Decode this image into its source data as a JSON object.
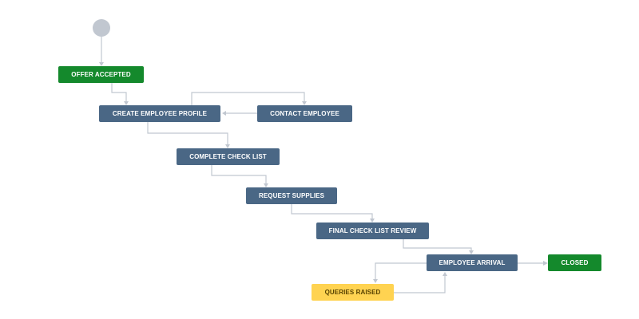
{
  "workflow": {
    "statuses": {
      "offer_accepted": "OFFER ACCEPTED",
      "create_employee_profile": "CREATE EMPLOYEE PROFILE",
      "contact_employee": "CONTACT EMPLOYEE",
      "complete_check_list": "COMPLETE CHECK LIST",
      "request_supplies": "REQUEST SUPPLIES",
      "final_check_list_review": "FINAL CHECK LIST REVIEW",
      "employee_arrival": "EMPLOYEE ARRIVAL",
      "closed": "CLOSED",
      "queries_raised": "QUERIES RAISED"
    },
    "colors": {
      "done": "#14892c",
      "in_progress": "#4a6785",
      "attention": "#ffd351",
      "connector": "#c1c7d0"
    }
  }
}
